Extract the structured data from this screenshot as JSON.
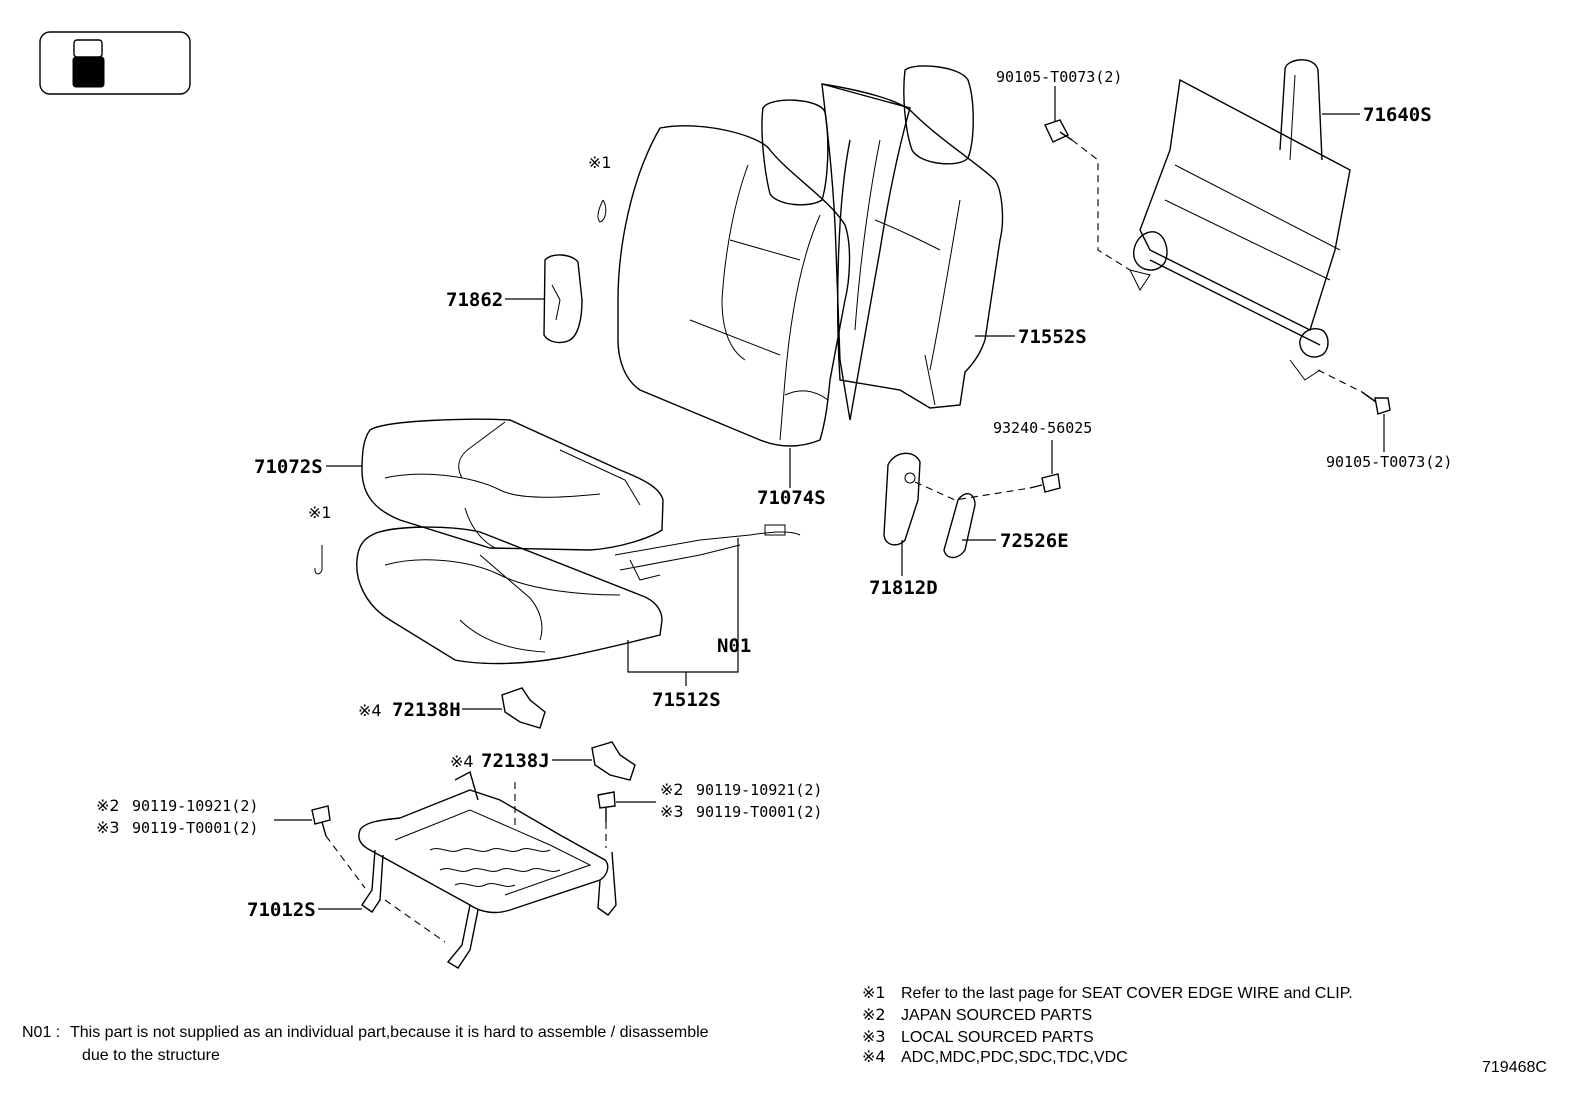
{
  "labels": {
    "p71640S": "71640S",
    "p71552S": "71552S",
    "p71074S": "71074S",
    "p71862": "71862",
    "p71072S": "71072S",
    "p71512S": "71512S",
    "n01": "N01",
    "p71812D": "71812D",
    "p72526E": "72526E",
    "p72138H": "72138H",
    "p72138J": "72138J",
    "p71012S": "71012S",
    "b90105_top": "90105-T0073(2)",
    "b90105_bot": "90105-T0073(2)",
    "b93240": "93240-56025",
    "b90119_l1": "90119-10921(2)",
    "b90119_l2": "90119-T0001(2)",
    "b90119_r1": "90119-10921(2)",
    "b90119_r2": "90119-T0001(2)"
  },
  "marks": {
    "m1": "※1",
    "m2": "※2",
    "m3": "※3",
    "m4": "※4"
  },
  "notes": {
    "n1": "Refer to the last page for SEAT COVER EDGE WIRE and CLIP.",
    "n2": "JAPAN SOURCED PARTS",
    "n3": "LOCAL SOURCED PARTS",
    "n4": "ADC,MDC,PDC,SDC,TDC,VDC",
    "n01_prefix": "N01 :",
    "n01_line1": "This part is not supplied as an individual part,because it is hard to assemble / disassemble",
    "n01_line2": "due to the structure"
  },
  "figure_id": "719468C"
}
